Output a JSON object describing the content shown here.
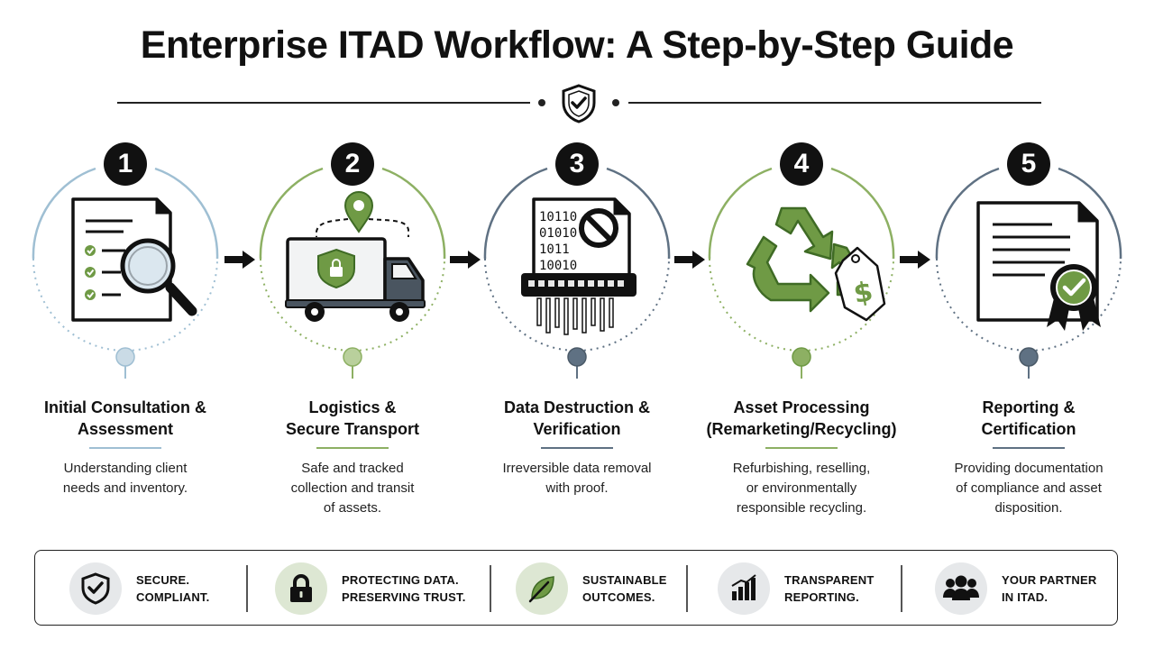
{
  "title": "Enterprise ITAD Workflow: A Step-by-Step Guide",
  "steps": [
    {
      "number": "1",
      "title_line1": "Initial Consultation &",
      "title_line2": "Assessment",
      "desc_line1": "Understanding client",
      "desc_line2": "needs and inventory.",
      "desc_line3": "",
      "icon": "checklist-magnifier-icon",
      "accent": "#9fbfd3"
    },
    {
      "number": "2",
      "title_line1": "Logistics &",
      "title_line2": "Secure Transport",
      "desc_line1": "Safe and tracked",
      "desc_line2": "collection and transit",
      "desc_line3": "of assets.",
      "icon": "secure-truck-icon",
      "accent": "#8db063"
    },
    {
      "number": "3",
      "title_line1": "Data Destruction &",
      "title_line2": "Verification",
      "desc_line1": "Irreversible data removal",
      "desc_line2": "with proof.",
      "desc_line3": "",
      "icon": "data-shredder-icon",
      "accent": "#5f7183"
    },
    {
      "number": "4",
      "title_line1": "Asset Processing",
      "title_line2": "(Remarketing/Recycling)",
      "desc_line1": "Refurbishing, reselling,",
      "desc_line2": "or environmentally",
      "desc_line3": "responsible recycling.",
      "icon": "recycle-price-tag-icon",
      "accent": "#8db063"
    },
    {
      "number": "5",
      "title_line1": "Reporting &",
      "title_line2": "Certification",
      "desc_line1": "Providing documentation",
      "desc_line2": "of compliance and asset",
      "desc_line3": "disposition.",
      "icon": "certificate-icon",
      "accent": "#5f7183"
    }
  ],
  "footer": [
    {
      "line1": "SECURE.",
      "line2": "COMPLIANT.",
      "icon": "shield-check-icon"
    },
    {
      "line1": "PROTECTING DATA.",
      "line2": "PRESERVING TRUST.",
      "icon": "padlock-icon"
    },
    {
      "line1": "SUSTAINABLE",
      "line2": "OUTCOMES.",
      "icon": "leaf-icon"
    },
    {
      "line1": "TRANSPARENT",
      "line2": "REPORTING.",
      "icon": "bar-chart-icon"
    },
    {
      "line1": "YOUR PARTNER",
      "line2": "IN ITAD.",
      "icon": "team-icon"
    }
  ],
  "colors": {
    "green": "#6f9a45",
    "dark_green": "#3f6b25",
    "slate": "#5f7183",
    "light_blue": "#9fbfd3",
    "black": "#111111"
  }
}
